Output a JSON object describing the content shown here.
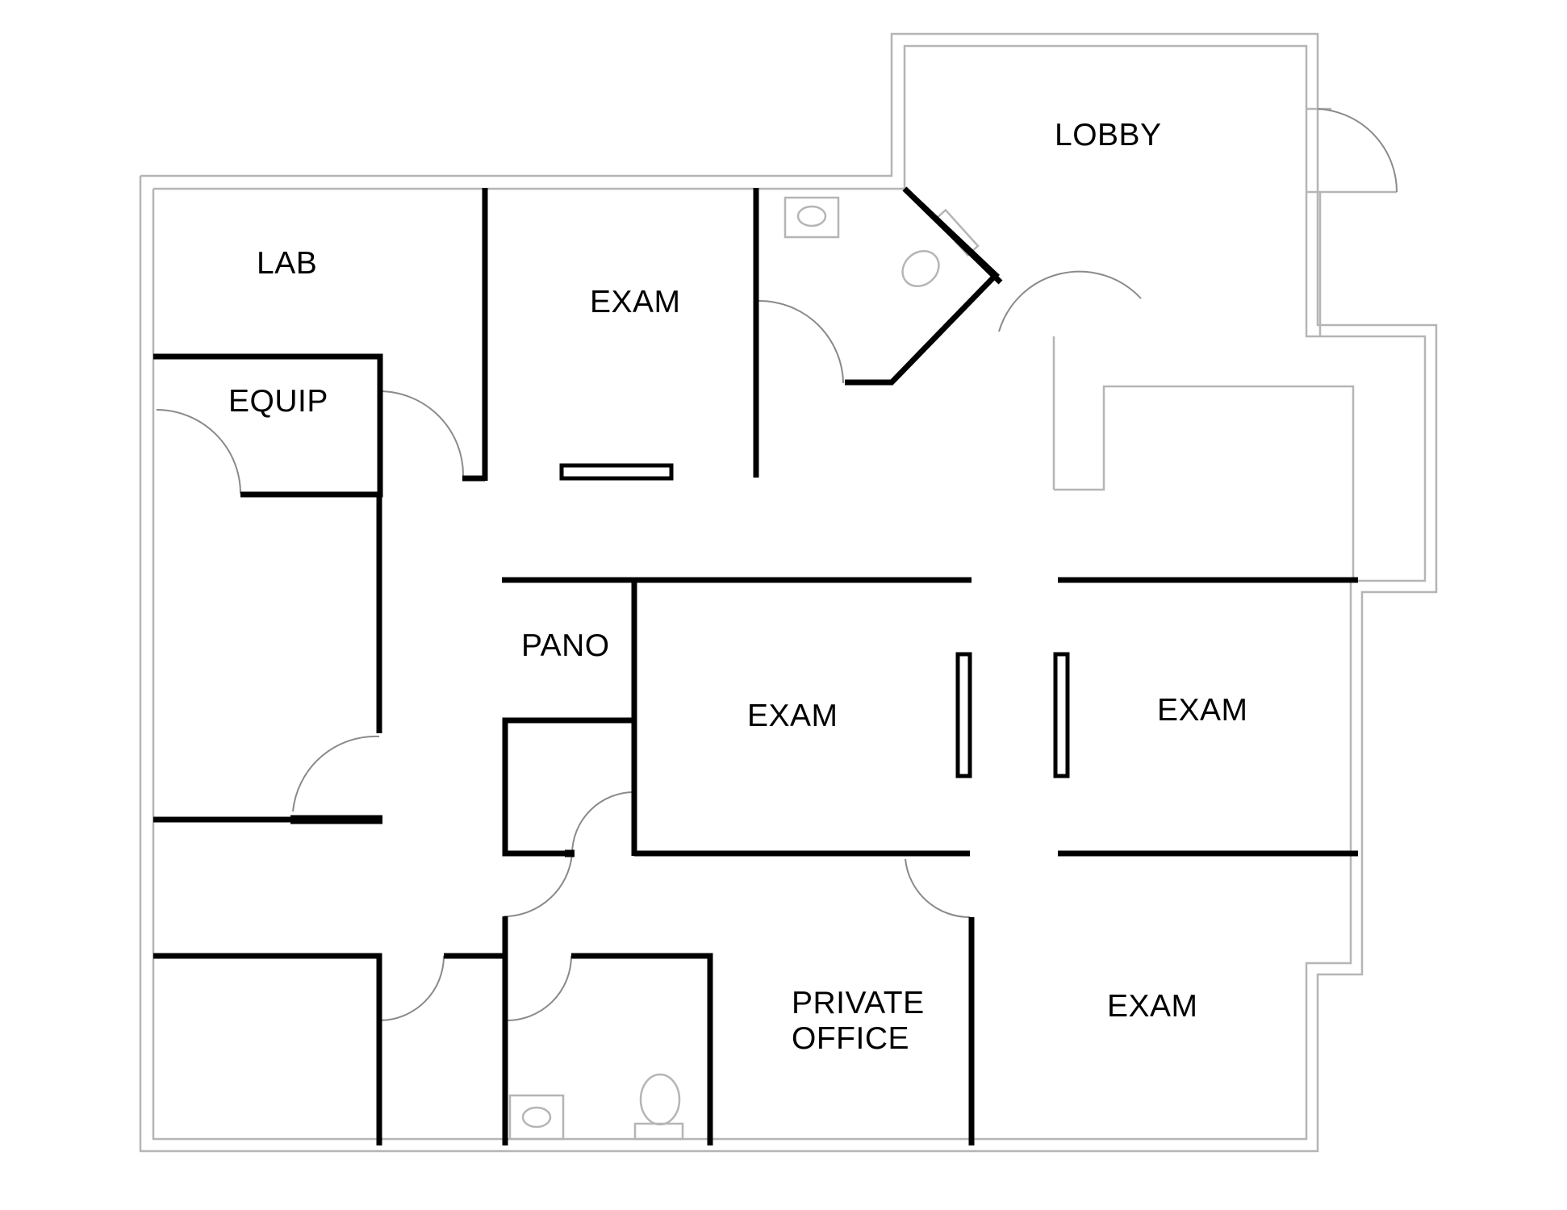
{
  "rooms": {
    "lobby": "LOBBY",
    "lab": "LAB",
    "exam_top": "EXAM",
    "equip": "EQUIP",
    "pano": "PANO",
    "exam_center": "EXAM",
    "exam_right": "EXAM",
    "private_office_line1": "PRIVATE",
    "private_office_line2": "OFFICE",
    "exam_bottom_right": "EXAM"
  },
  "colors": {
    "wall": "#000000",
    "outline": "#b5b5b5",
    "door_swing": "#8a8a8a",
    "background": "#ffffff"
  }
}
